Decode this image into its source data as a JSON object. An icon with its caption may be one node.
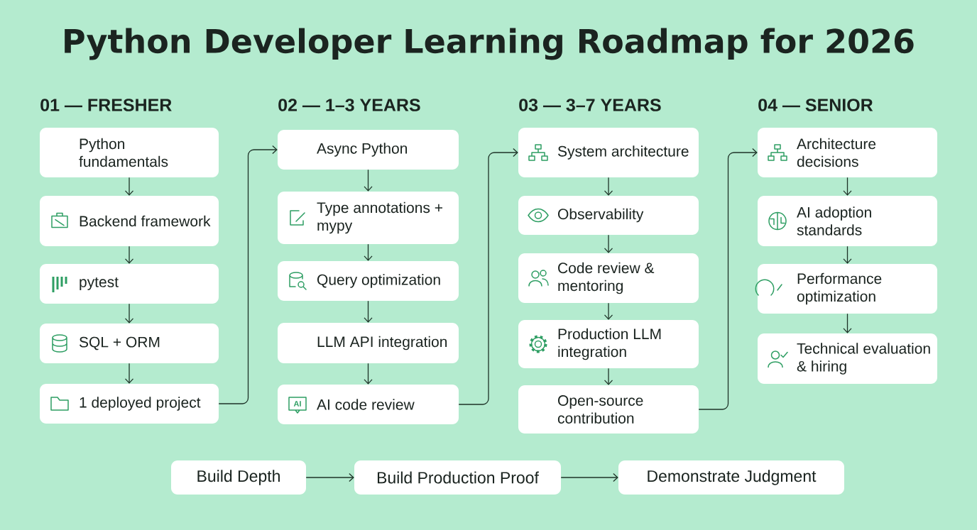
{
  "diagram": {
    "title": "Python Developer Learning Roadmap for 2026",
    "nodes": [
      {
        "text": [
          "Python fundamentals"
        ]
      },
      {
        "text": [
          "Backend framework"
        ]
      },
      {
        "text": [
          "pytest"
        ]
      },
      {
        "text": [
          "SQL + ORM"
        ]
      },
      {
        "text": [
          "1 deployed project"
        ]
      },
      {
        "text": [
          "Async Python"
        ]
      },
      {
        "text": [
          "Type annotations + mypy"
        ]
      },
      {
        "text": [
          "Query optimization"
        ]
      },
      {
        "text": [
          "LLM API integration"
        ]
      },
      {
        "text": [
          "AI code review"
        ]
      },
      {
        "text": [
          "System architecture"
        ]
      },
      {
        "text": [
          "Observability"
        ]
      },
      {
        "text": [
          "Code review & mentoring"
        ]
      },
      {
        "text": [
          "Production LLM integration"
        ]
      },
      {
        "text": [
          "Open-source contribution"
        ]
      },
      {
        "text": [
          "Architecture decisions"
        ]
      },
      {
        "text": [
          "AI adoption standards"
        ]
      },
      {
        "text": [
          "Performance optimization"
        ]
      },
      {
        "text": [
          "Technical evaluation & hiring"
        ]
      },
      {
        "text": [
          "Build Depth"
        ]
      },
      {
        "text": [
          "Build Production Proof"
        ]
      },
      {
        "text": [
          "Demonstrate Judgment"
        ]
      }
    ],
    "edges": [
      {
        "from": 0,
        "to": 1,
        "arrow": "to"
      },
      {
        "from": 1,
        "to": 2,
        "arrow": "to"
      },
      {
        "from": 2,
        "to": 3,
        "arrow": "to"
      },
      {
        "from": 3,
        "to": 4,
        "arrow": "to"
      },
      {
        "from": 4,
        "to": 5,
        "arrow": "to"
      },
      {
        "from": 5,
        "to": 6,
        "arrow": "to"
      },
      {
        "from": 6,
        "to": 7,
        "arrow": "to"
      },
      {
        "from": 7,
        "to": 8,
        "arrow": "to"
      },
      {
        "from": 8,
        "to": 9,
        "arrow": "to"
      },
      {
        "from": 9,
        "to": 10,
        "arrow": "to"
      },
      {
        "from": 10,
        "to": 11,
        "arrow": "to"
      },
      {
        "from": 11,
        "to": 12,
        "arrow": "to"
      },
      {
        "from": 12,
        "to": 13,
        "arrow": "to"
      },
      {
        "from": 13,
        "to": 14,
        "arrow": "to"
      },
      {
        "from": 14,
        "to": 15,
        "arrow": "to"
      },
      {
        "from": 15,
        "to": 16,
        "arrow": "to"
      },
      {
        "from": 16,
        "to": 17,
        "arrow": "to"
      },
      {
        "from": 17,
        "to": 18,
        "arrow": "to"
      },
      {
        "from": 19,
        "to": 20,
        "arrow": "to"
      },
      {
        "from": 20,
        "to": 21,
        "arrow": "to"
      }
    ],
    "labels": [
      "01 — FRESHER",
      "02 — 1–3 YEARS",
      "03 — 3–7 YEARS",
      "04 — SENIOR",
      "AI"
    ]
  }
}
